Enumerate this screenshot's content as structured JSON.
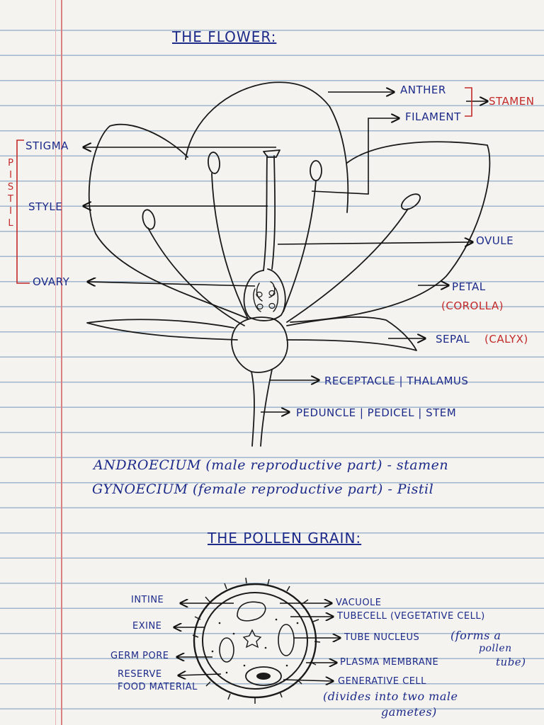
{
  "flower": {
    "title": "THE FLOWER:",
    "labels": {
      "anther": "ANTHER",
      "filament": "FILAMENT",
      "stamen": "STAMEN",
      "stigma": "STIGMA",
      "style": "STYLE",
      "ovary": "OVARY",
      "pistil": [
        "P",
        "I",
        "S",
        "T",
        "I",
        "L"
      ],
      "ovule": "OVULE",
      "petal": "PETAL",
      "corolla": "(COROLLA)",
      "sepal": "SEPAL",
      "calyx": "(CALYX)",
      "receptacle": "RECEPTACLE | THALAMUS",
      "peduncle": "PEDUNCLE | PEDICEL | STEM"
    },
    "androecium": "ANDROECIUM (male reproductive part) - stamen",
    "gynoecium": "GYNOECIUM (female reproductive part) - Pistil"
  },
  "pollen": {
    "title": "THE POLLEN GRAIN:",
    "labels": {
      "intine": "INTINE",
      "exine": "EXINE",
      "germ_pore": "GERM PORE",
      "reserve": "RESERVE",
      "food_material": "FOOD MATERIAL",
      "vacuole": "VACUOLE",
      "tube_cell": "TUBECELL (VEGETATIVE CELL)",
      "tube_nucleus": "TUBE NUCLEUS",
      "tube_nucleus_note1": "(forms a",
      "tube_nucleus_note2": "pollen",
      "tube_nucleus_note3": "tube)",
      "plasma_membrane": "PLASMA MEMBRANE",
      "generative_cell": "GENERATIVE CELL",
      "generative_note1": "(divides into two male",
      "generative_note2": "gametes)"
    }
  },
  "colors": {
    "ink_blue": "#1c2a8a",
    "ink_red": "#c22a2a",
    "pencil": "#1a1a1a"
  }
}
